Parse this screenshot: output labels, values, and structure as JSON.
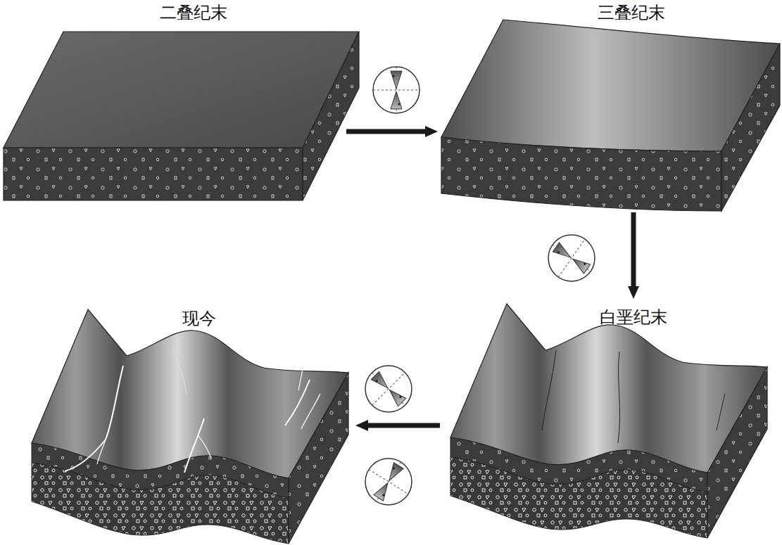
{
  "diagram": {
    "nodes": [
      {
        "text": [
          "二叠纪末"
        ]
      },
      {
        "text": [
          "三叠纪末"
        ]
      },
      {
        "text": [
          "现今"
        ]
      },
      {
        "text": [
          "白垩纪末"
        ]
      }
    ],
    "edges": [
      {
        "from": 0,
        "to": 1,
        "arrow": "to"
      },
      {
        "from": 1,
        "to": 3,
        "arrow": "to"
      },
      {
        "from": 3,
        "to": 2,
        "arrow": "to"
      }
    ]
  }
}
